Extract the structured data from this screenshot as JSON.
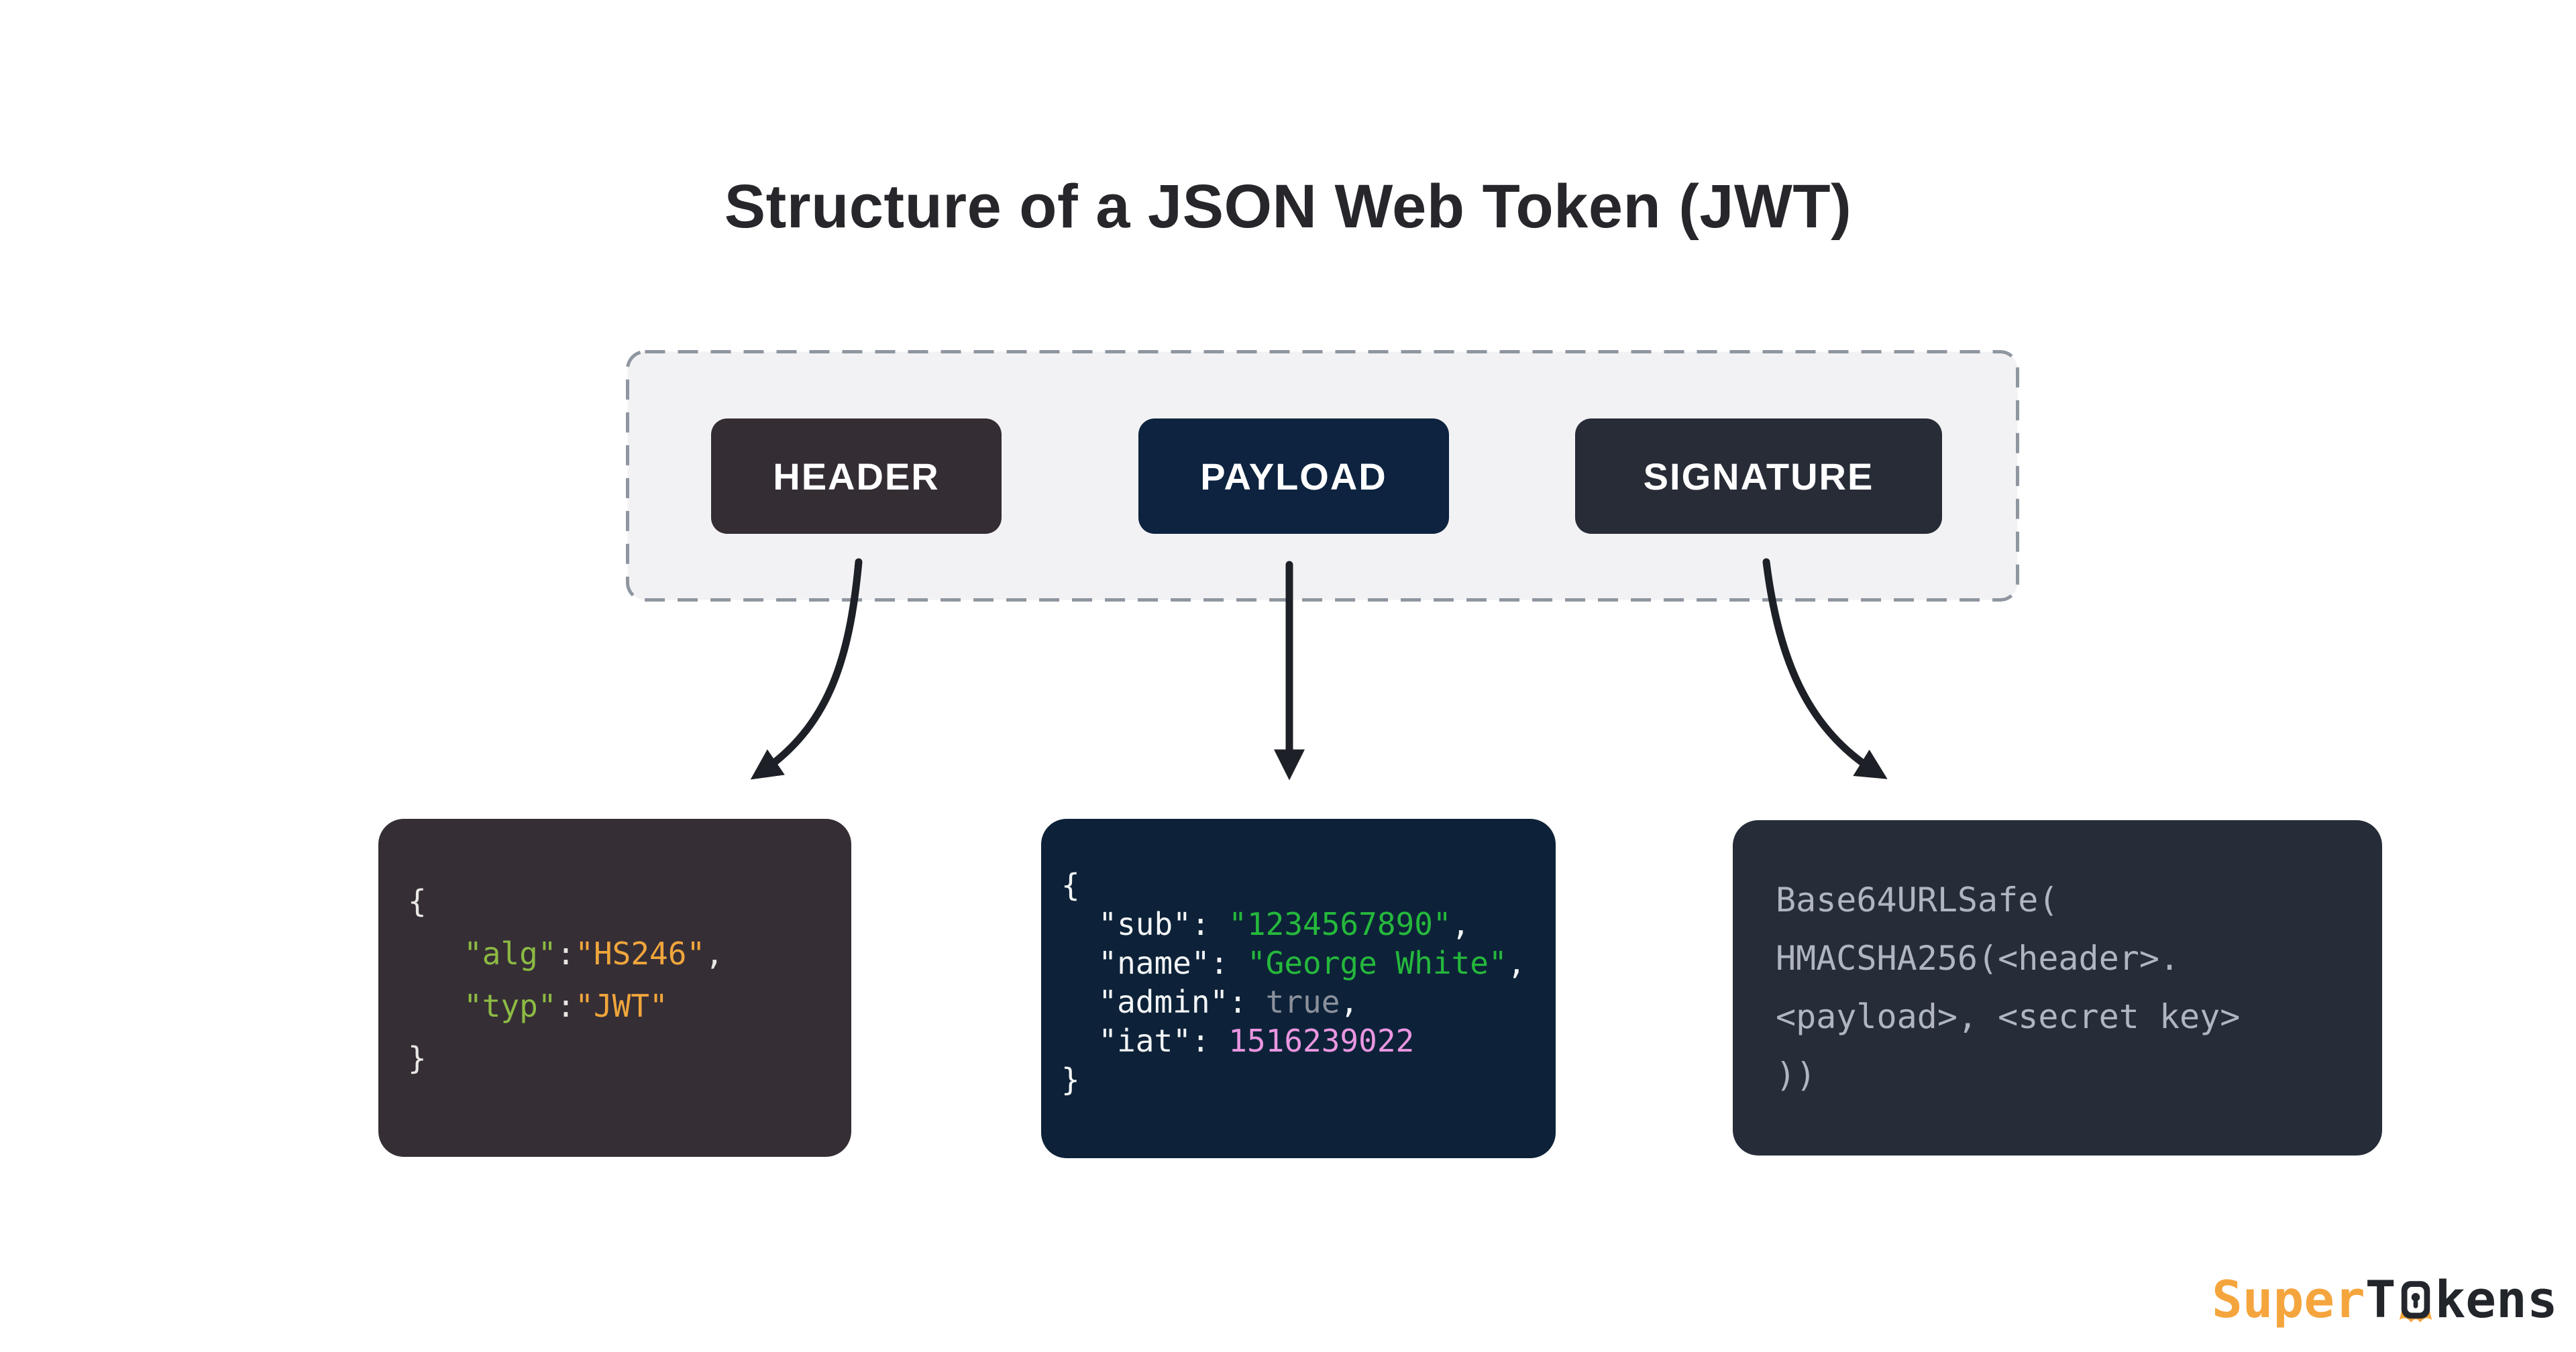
{
  "title": "Structure of a JSON Web Token (JWT)",
  "parts": [
    {
      "label": "HEADER"
    },
    {
      "label": "PAYLOAD"
    },
    {
      "label": "SIGNATURE"
    }
  ],
  "code_blocks": {
    "header": {
      "lines": [
        [
          {
            "c": "punct",
            "t": "{"
          }
        ],
        [
          {
            "c": "punct",
            "t": "   "
          },
          {
            "c": "key",
            "t": "\"alg\""
          },
          {
            "c": "punct",
            "t": ":"
          },
          {
            "c": "str",
            "t": "\"HS246\""
          },
          {
            "c": "punct",
            "t": ","
          }
        ],
        [
          {
            "c": "punct",
            "t": "   "
          },
          {
            "c": "key",
            "t": "\"typ\""
          },
          {
            "c": "punct",
            "t": ":"
          },
          {
            "c": "str",
            "t": "\"JWT\""
          }
        ],
        [
          {
            "c": "punct",
            "t": "}"
          }
        ]
      ]
    },
    "payload": {
      "lines": [
        [
          {
            "c": "punct",
            "t": "{"
          }
        ],
        [
          {
            "c": "punct",
            "t": "  "
          },
          {
            "c": "key",
            "t": "\"sub\""
          },
          {
            "c": "punct",
            "t": ": "
          },
          {
            "c": "str",
            "t": "\"1234567890\""
          },
          {
            "c": "punct",
            "t": ","
          }
        ],
        [
          {
            "c": "punct",
            "t": "  "
          },
          {
            "c": "key",
            "t": "\"name\""
          },
          {
            "c": "punct",
            "t": ": "
          },
          {
            "c": "str",
            "t": "\"George White\""
          },
          {
            "c": "punct",
            "t": ","
          }
        ],
        [
          {
            "c": "punct",
            "t": "  "
          },
          {
            "c": "key",
            "t": "\"admin\""
          },
          {
            "c": "punct",
            "t": ": "
          },
          {
            "c": "bool",
            "t": "true"
          },
          {
            "c": "punct",
            "t": ","
          }
        ],
        [
          {
            "c": "punct",
            "t": "  "
          },
          {
            "c": "key",
            "t": "\"iat\""
          },
          {
            "c": "punct",
            "t": ": "
          },
          {
            "c": "num",
            "t": "1516239022"
          }
        ],
        [
          {
            "c": "punct",
            "t": "}"
          }
        ]
      ]
    },
    "signature": {
      "lines": [
        [
          {
            "c": "plain",
            "t": "Base64URLSafe("
          }
        ],
        [
          {
            "c": "plain",
            "t": "HMACSHA256(<header>."
          }
        ],
        [
          {
            "c": "plain",
            "t": "<payload>, <secret key>"
          }
        ],
        [
          {
            "c": "plain",
            "t": "))"
          }
        ]
      ]
    }
  },
  "logo": {
    "super": "Super",
    "t": "T",
    "kens": "kens"
  },
  "colors": {
    "title_text": "#26262b",
    "frame_bg": "#f2f2f4",
    "frame_border": "#8f96a0",
    "arrow": "#1d2026",
    "header_pill": "#352d34",
    "payload_pill": "#0d2340",
    "signature_pill": "#272c37",
    "header_box": "#362e35",
    "payload_box": "#0d2238",
    "signature_box": "#272d38",
    "header_key": "#8cba43",
    "header_value": "#f0a63c",
    "payload_string": "#25b83c",
    "payload_bool": "#8b919b",
    "payload_number": "#ea96e1",
    "signature_text": "#b0b6c0",
    "logo_orange": "#f5a53d",
    "logo_dark": "#22252a"
  }
}
